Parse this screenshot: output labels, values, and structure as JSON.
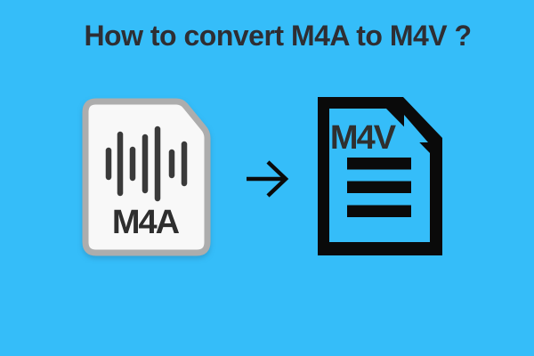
{
  "page": {
    "title": "How to convert M4A to M4V ?",
    "background_color": "#35BDF9",
    "title_color": "#2E2E33"
  },
  "conversion": {
    "source": {
      "label": "M4A",
      "file_kind": "audio-file",
      "card_fill": "#F8F8F8",
      "card_border": "#ADADAD",
      "glyph_color": "#3A3A3A",
      "label_color": "#2E2E2E",
      "waveform_bar_heights": [
        30,
        66,
        32,
        60,
        78,
        26,
        44
      ]
    },
    "arrow": {
      "glyph": "→",
      "color": "#0A0A0A"
    },
    "target": {
      "label": "M4V",
      "file_kind": "video-document-file",
      "icon_color": "#0A0A0A",
      "label_color": "#2F2F2F",
      "text_line_count": 3
    }
  }
}
